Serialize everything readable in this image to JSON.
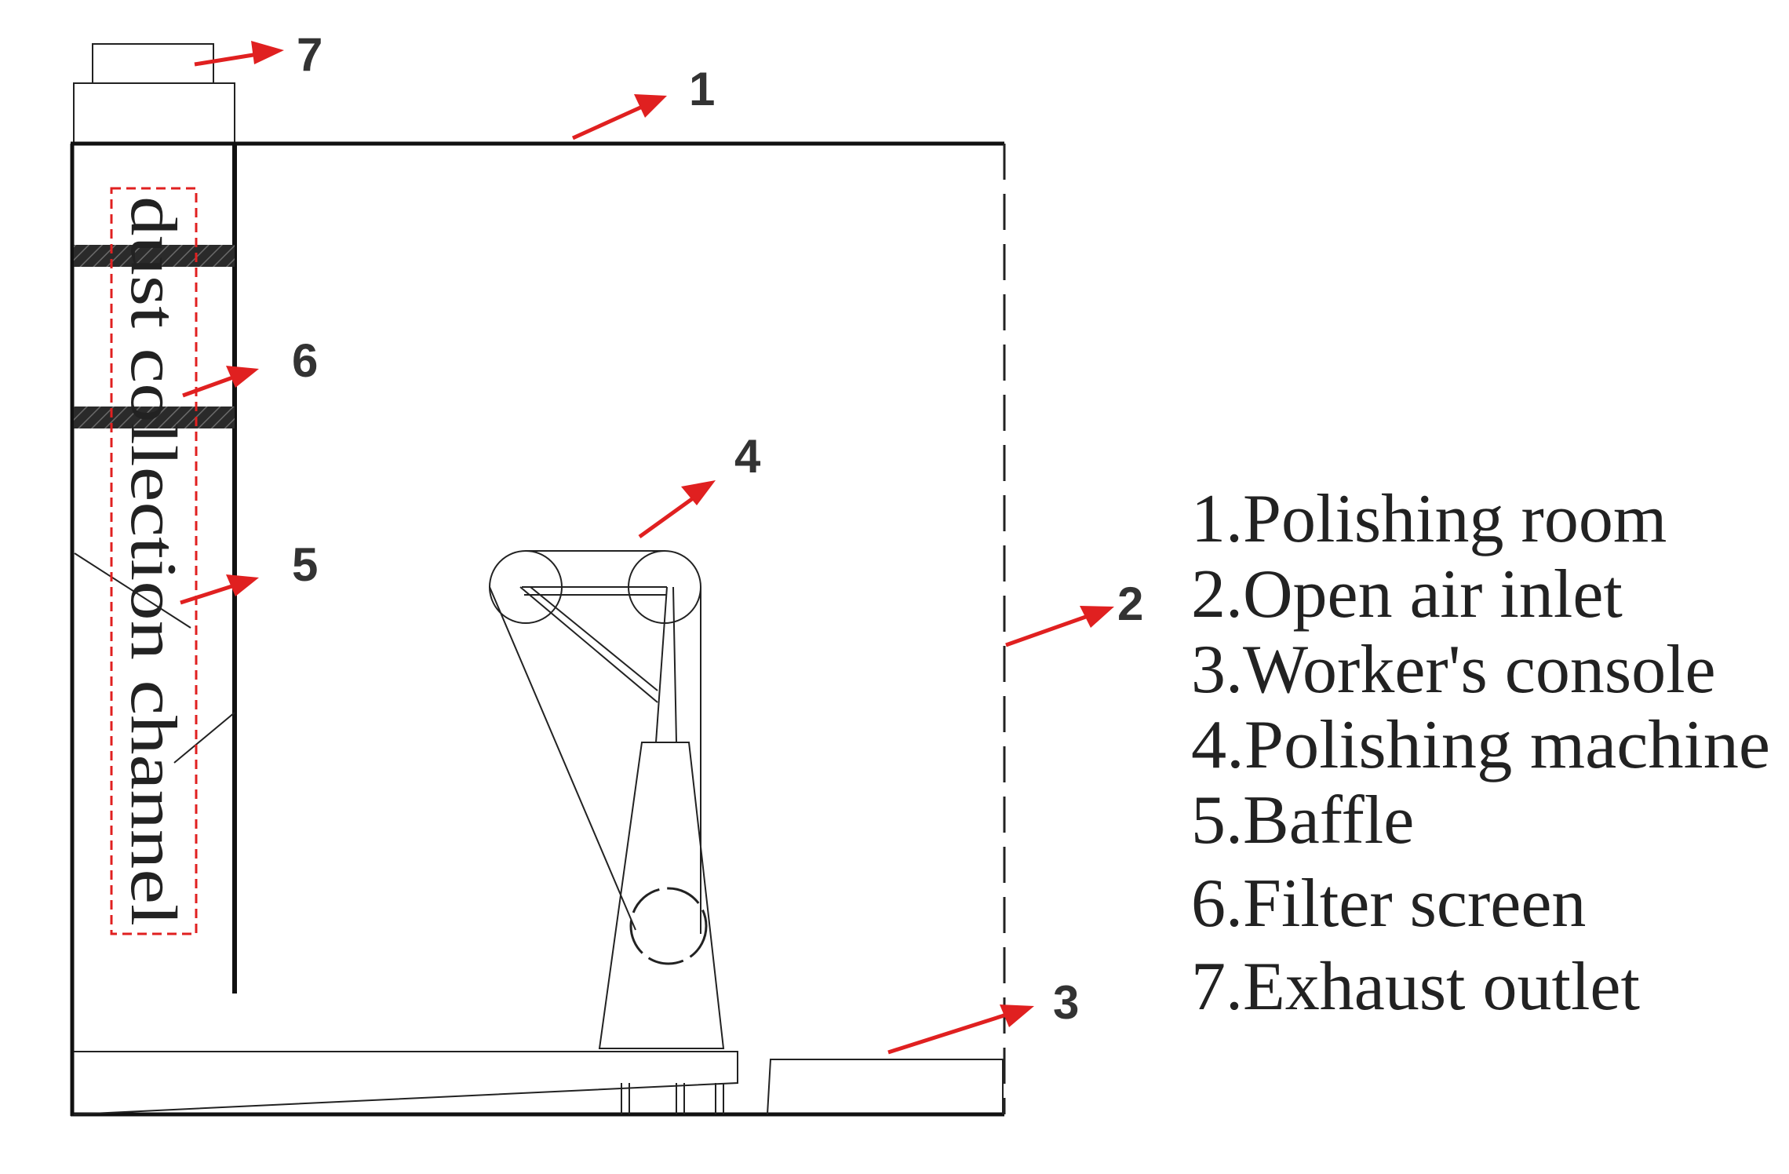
{
  "diagram": {
    "channel_label": "dust collection channel",
    "callout_numbers": [
      "1",
      "2",
      "3",
      "4",
      "5",
      "6",
      "7"
    ],
    "legend": [
      "1.Polishing room",
      "2.Open air inlet",
      "3.Worker's console",
      "4.Polishing machine",
      "5.Baffle",
      "6.Filter screen",
      "7.Exhaust outlet"
    ],
    "colors": {
      "line": "#111111",
      "arrow": "#e02020",
      "channel_box": "#e02020",
      "filter_fill": "#2a2a2a"
    }
  }
}
